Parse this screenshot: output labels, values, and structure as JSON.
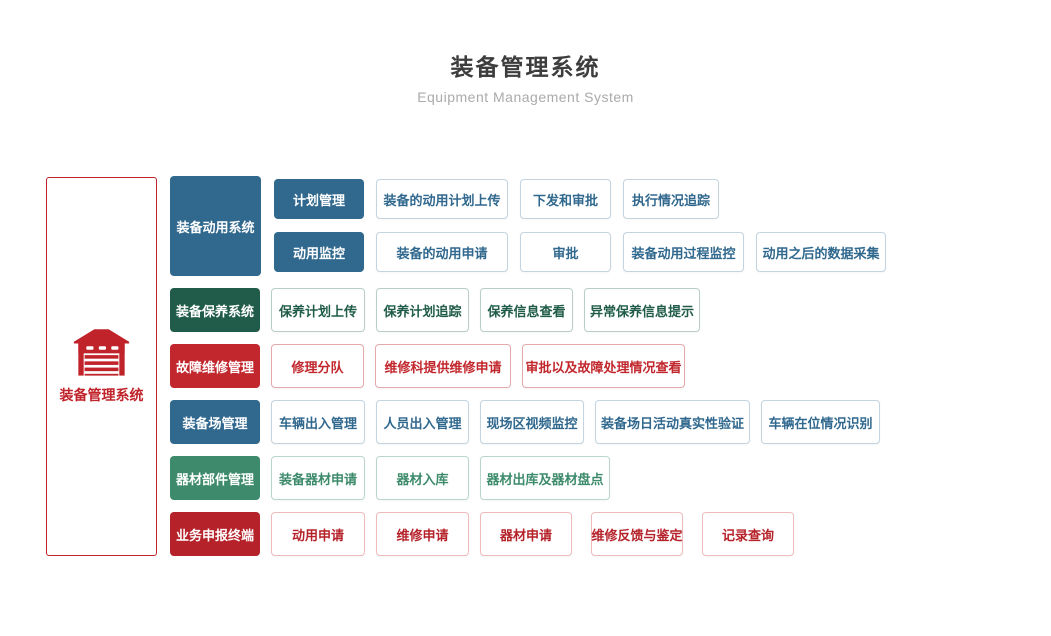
{
  "page": {
    "title": "装备管理系统",
    "subtitle": "Equipment Management System"
  },
  "sidebar": {
    "label": "装备管理系统",
    "icon": "warehouse-icon",
    "accent_color": "#c0232a"
  },
  "colors": {
    "blue": "#30688e",
    "dark_green": "#205c49",
    "red": "#c1272d",
    "green": "#3d8b6c",
    "crimson": "#b5222a"
  },
  "rows": [
    {
      "label": "装备动用系统",
      "theme": "blue",
      "groups": [
        {
          "label": "计划管理",
          "items": [
            "装备的动用计划上传",
            "下发和审批",
            "执行情况追踪"
          ]
        },
        {
          "label": "动用监控",
          "items": [
            "装备的动用申请",
            "审批",
            "装备动用过程监控",
            "动用之后的数据采集"
          ]
        }
      ]
    },
    {
      "label": "装备保养系统",
      "theme": "dark_green",
      "items": [
        "保养计划上传",
        "保养计划追踪",
        "保养信息查看",
        "异常保养信息提示"
      ]
    },
    {
      "label": "故障维修管理",
      "theme": "red",
      "items": [
        "修理分队",
        "维修科提供维修申请",
        "审批以及故障处理情况查看"
      ]
    },
    {
      "label": "装备场管理",
      "theme": "blue",
      "items": [
        "车辆出入管理",
        "人员出入管理",
        "现场区视频监控",
        "装备场日活动真实性验证",
        "车辆在位情况识别"
      ]
    },
    {
      "label": "器材部件管理",
      "theme": "green",
      "items": [
        "装备器材申请",
        "器材入库",
        "器材出库及器材盘点"
      ]
    },
    {
      "label": "业务申报终端",
      "theme": "crimson",
      "items": [
        "动用申请",
        "维修申请",
        "器材申请",
        "维修反馈与鉴定",
        "记录查询"
      ]
    }
  ]
}
